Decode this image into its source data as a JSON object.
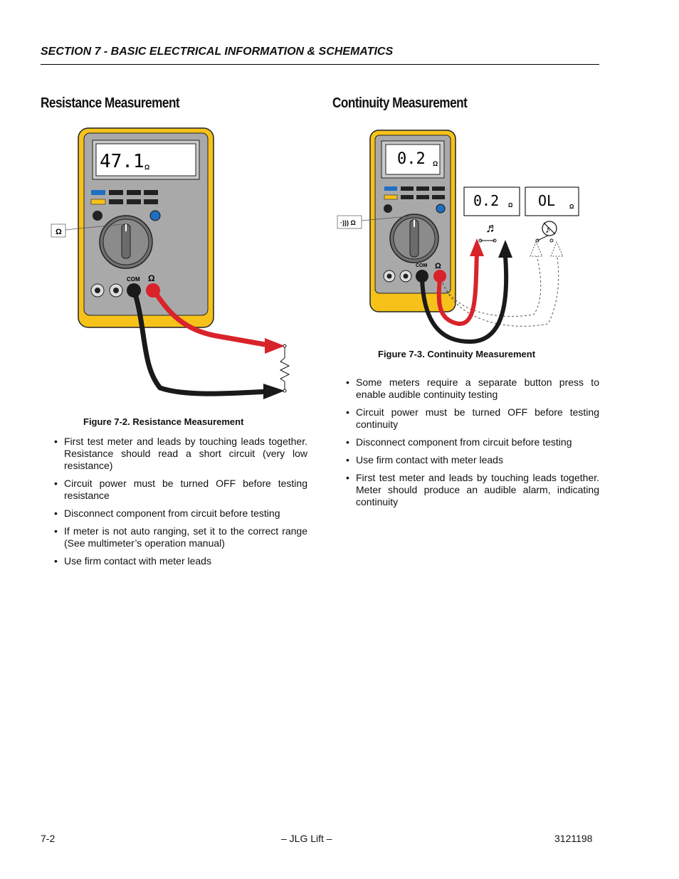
{
  "header": {
    "section_title": "SECTION 7 - BASIC ELECTRICAL INFORMATION & SCHEMATICS"
  },
  "resistance": {
    "heading": "Resistance Measurement",
    "display_value": "47.1",
    "unit": "Ω",
    "dial_label": "Ω",
    "com_label": "COM",
    "ohm_jack_label": "Ω",
    "caption": "Figure 7-2.  Resistance Measurement",
    "bullets": [
      "First test meter and leads by touching leads together. Resistance should read a short circuit (very low resistance)",
      "Circuit power must be turned OFF before testing resistance",
      "Disconnect component from circuit before testing",
      "If meter is not auto ranging, set it to the correct range (See multimeter’s operation manual)",
      "Use firm contact with meter leads"
    ]
  },
  "continuity": {
    "heading": "Continuity Measurement",
    "display_value": "0.2",
    "unit": "Ω",
    "closed_display": "0.2",
    "open_display": "OL",
    "dial_label": "·))) Ω",
    "com_label": "COM",
    "ohm_jack_label": "Ω",
    "caption": "Figure 7-3.  Continuity Measurement",
    "bullets": [
      "Some meters require a separate button press to enable audible continuity testing",
      "Circuit power must be turned OFF before testing continuity",
      "Disconnect component from circuit before testing",
      "Use firm contact with meter leads",
      "First test meter and leads by touching leads together. Meter should produce an audible alarm, indicating continuity"
    ]
  },
  "footer": {
    "page_number": "7-2",
    "center": "– JLG Lift –",
    "doc_number": "3121198"
  },
  "colors": {
    "meter_yellow": "#f6c21a",
    "meter_body": "#a9a9a9",
    "lead_red": "#d9232a",
    "lead_black": "#1a1a1a"
  }
}
